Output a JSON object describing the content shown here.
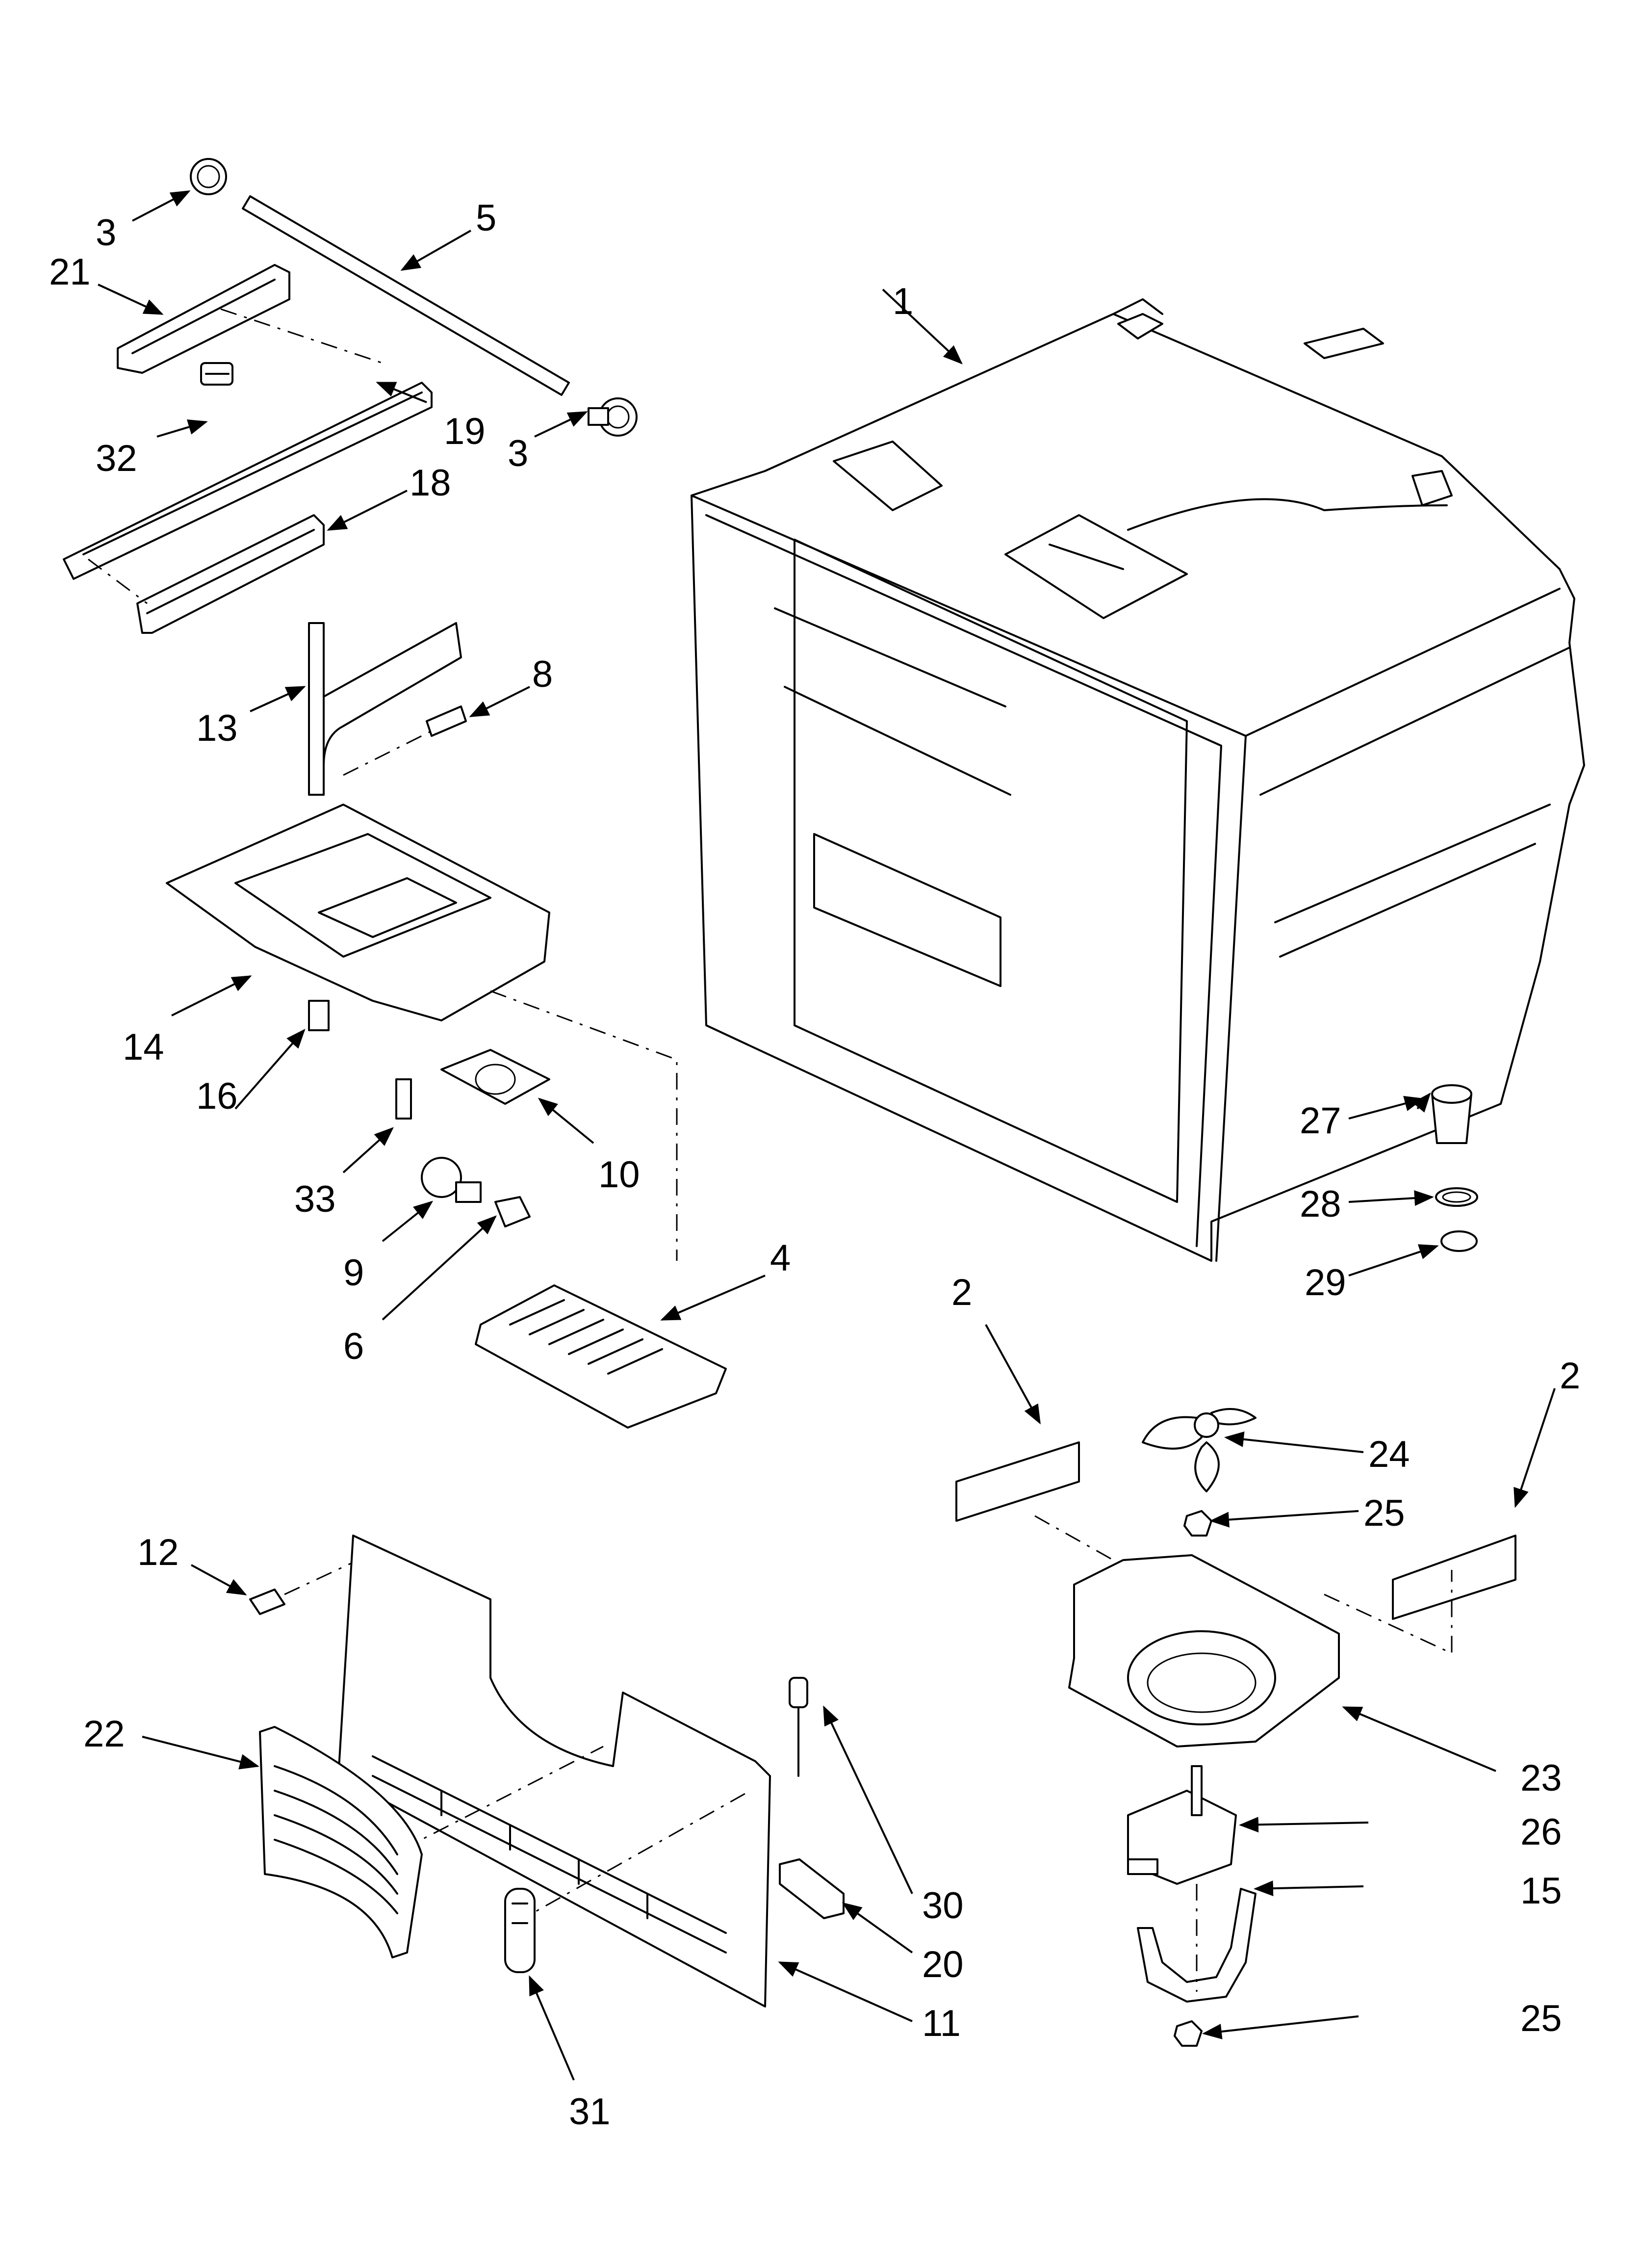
{
  "diagram": {
    "callouts": [
      {
        "id": "c1",
        "label": "1"
      },
      {
        "id": "c2a",
        "label": "2"
      },
      {
        "id": "c2b",
        "label": "2"
      },
      {
        "id": "c3a",
        "label": "3"
      },
      {
        "id": "c3b",
        "label": "3"
      },
      {
        "id": "c4",
        "label": "4"
      },
      {
        "id": "c5",
        "label": "5"
      },
      {
        "id": "c6",
        "label": "6"
      },
      {
        "id": "c8",
        "label": "8"
      },
      {
        "id": "c9",
        "label": "9"
      },
      {
        "id": "c10",
        "label": "10"
      },
      {
        "id": "c11",
        "label": "11"
      },
      {
        "id": "c12",
        "label": "12"
      },
      {
        "id": "c13",
        "label": "13"
      },
      {
        "id": "c14",
        "label": "14"
      },
      {
        "id": "c15",
        "label": "15"
      },
      {
        "id": "c16",
        "label": "16"
      },
      {
        "id": "c18",
        "label": "18"
      },
      {
        "id": "c19",
        "label": "19"
      },
      {
        "id": "c20",
        "label": "20"
      },
      {
        "id": "c21",
        "label": "21"
      },
      {
        "id": "c22",
        "label": "22"
      },
      {
        "id": "c23",
        "label": "23"
      },
      {
        "id": "c24",
        "label": "24"
      },
      {
        "id": "c25a",
        "label": "25"
      },
      {
        "id": "c25b",
        "label": "25"
      },
      {
        "id": "c26",
        "label": "26"
      },
      {
        "id": "c27",
        "label": "27"
      },
      {
        "id": "c28",
        "label": "28"
      },
      {
        "id": "c29",
        "label": "29"
      },
      {
        "id": "c30",
        "label": "30"
      },
      {
        "id": "c31",
        "label": "31"
      },
      {
        "id": "c32",
        "label": "32"
      },
      {
        "id": "c33",
        "label": "33"
      }
    ]
  }
}
